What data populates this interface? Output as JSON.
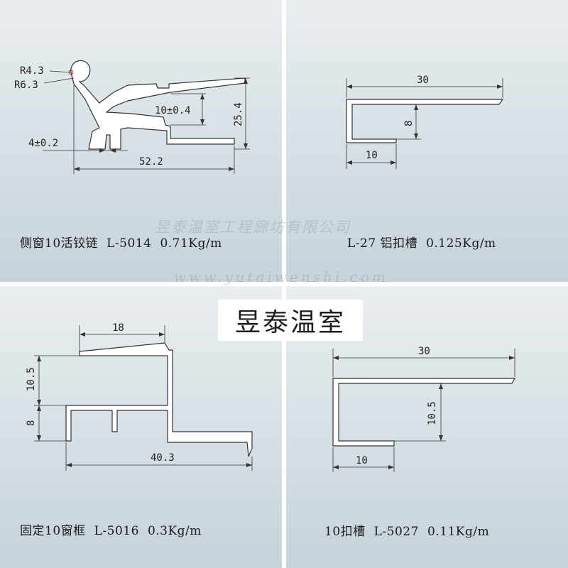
{
  "panels": [
    {
      "caption": {
        "name": "侧窗10活铰链",
        "code": "L-5014",
        "weight": "0.71Kg/m"
      },
      "dims": {
        "r1": "R4.3",
        "r2": "R6.3",
        "tol1": "10±0.4",
        "height": "25.4",
        "tol2": "4±0.2",
        "width": "52.2"
      }
    },
    {
      "caption": {
        "name": "L-27 铝扣槽",
        "code": "",
        "weight": "0.125Kg/m"
      },
      "dims": {
        "width": "30",
        "height": "8",
        "bottom": "10"
      }
    },
    {
      "caption": {
        "name": "固定10窗框",
        "code": "L-5016",
        "weight": "0.3Kg/m"
      },
      "dims": {
        "top": "18",
        "h1": "10.5",
        "h2": "8",
        "width": "40.3"
      }
    },
    {
      "caption": {
        "name": "10扣槽",
        "code": "L-5027",
        "weight": "0.11Kg/m"
      },
      "dims": {
        "width": "30",
        "height": "10.5",
        "bottom": "10"
      }
    }
  ],
  "watermark": {
    "company": "昱泰温室工程廊坊有限公司",
    "url": "www.yutaiwenshi.com"
  },
  "badge": "昱泰温室"
}
